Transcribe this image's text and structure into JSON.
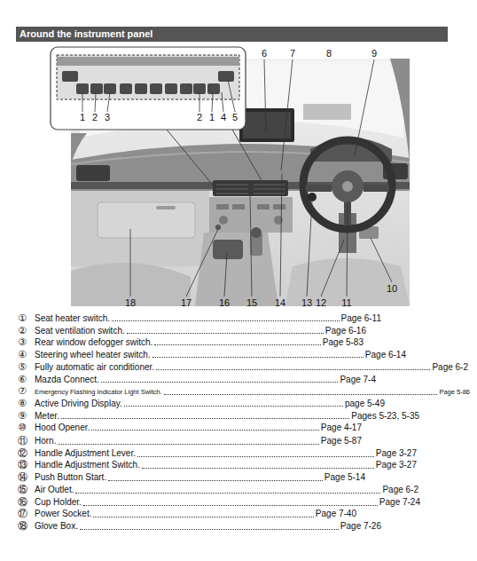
{
  "diagram": {
    "title": "Around the instrument panel",
    "labels": [
      "6",
      "7",
      "8",
      "9",
      "1",
      "2",
      "3",
      "2",
      "1",
      "4",
      "5",
      "18",
      "17",
      "16",
      "15",
      "14",
      "13",
      "12",
      "11",
      "10",
      "①",
      "Seat heater switch.",
      "Page 6-11",
      "②",
      "Seat ventilation switch.",
      "Page 6-16",
      "③",
      "Rear window defogger switch.",
      "Page 5-83",
      "④",
      "Steering wheel heater switch.",
      "Page 6-14",
      "⑤",
      "Fully automatic air conditioner.",
      "Page 6-2",
      "⑥",
      "Mazda Connect.",
      "Page 7-4",
      "⑦",
      "Emergency Flashing Indicator Light Switch.",
      "Page 5-86",
      "⑧",
      "Active Driving Display.",
      "page 5-49",
      "⑨",
      "Meter.",
      "Pages 5-23, 5-35",
      "⑩",
      "Hood Opener.",
      "Page 4-17",
      "⑪",
      "Horn.",
      "Page 5-87",
      "⑫",
      "Handle Adjustment Lever.",
      "Page 3-27",
      "⑬",
      "Handle Adjustment Switch.",
      "Page 3-27",
      "⑭",
      "Push Button Start.",
      "Page 5-14",
      "⑮",
      "Air Outlet.",
      "Page 6-2",
      "⑯",
      "Cup Holder.",
      "Page 7-24",
      "⑰",
      "Power Socket.",
      "Page 7-40",
      "⑱",
      "Glove Box.",
      "Page 7-26"
    ]
  }
}
